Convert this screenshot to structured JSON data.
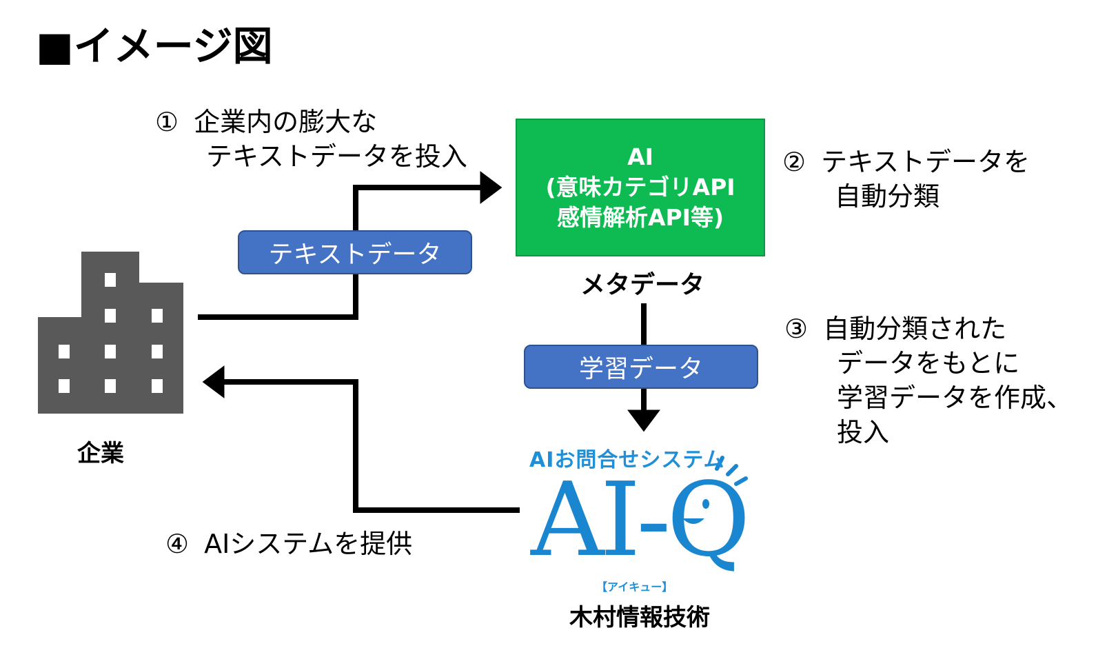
{
  "title": "■イメージ図",
  "steps": {
    "s1": {
      "num": "①",
      "lines": [
        "企業内の膨大な",
        "テキストデータを投入"
      ]
    },
    "s2": {
      "num": "②",
      "lines": [
        "テキストデータを",
        "自動分類"
      ]
    },
    "s3": {
      "num": "③",
      "lines": [
        "自動分類された",
        "データをもとに",
        "学習データを作成、",
        "投入"
      ]
    },
    "s4": {
      "num": "④",
      "lines": [
        "AIシステムを提供"
      ]
    }
  },
  "ai_box": {
    "lines": [
      "AI",
      "(意味カテゴリAPI",
      "感情解析API等)"
    ]
  },
  "pills": {
    "text_data": "テキストデータ",
    "learning_data": "学習データ"
  },
  "labels": {
    "metadata": "メタデータ",
    "company": "企業",
    "kimura": "木村情報技術"
  },
  "logo": {
    "tagline": "AIお問合せシステム",
    "name": "AI-Q",
    "reading": "【アイキュー】"
  },
  "colors": {
    "ai_box": "#0dbb52",
    "pill": "#4472c4",
    "logo_blue": "#1a86cf",
    "building": "#595959",
    "arrow": "#000000"
  }
}
